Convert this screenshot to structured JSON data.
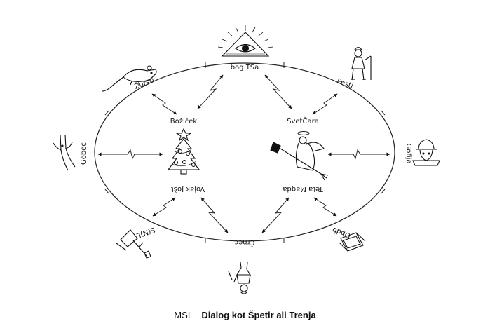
{
  "diagram": {
    "outer_ring": {
      "top": "bog TSa",
      "top_right": "Pesti",
      "right": "Gofija",
      "bottom_right": "Obdb",
      "bottom": "Črnec",
      "bottom_left": "S(N)L",
      "left": "Gobec",
      "top_left": "Žursti"
    },
    "inner": {
      "upper_left": "Božiček",
      "upper_right": "SvetČara",
      "lower_left": "Vojak Jošt",
      "lower_right": "Teta Magda"
    }
  },
  "caption": {
    "prefix": "MSI",
    "title": "Dialog kot Špetir ali Trenja"
  }
}
